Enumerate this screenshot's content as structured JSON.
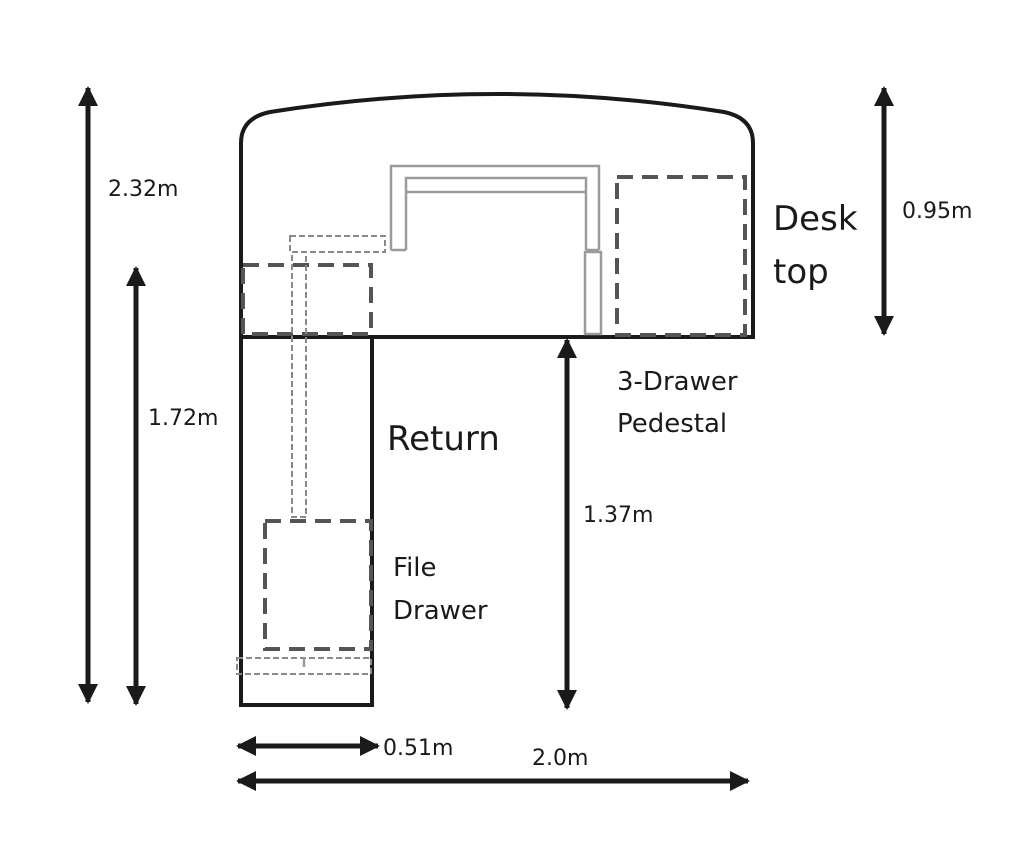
{
  "labels": {
    "desk_top_line1": "Desk",
    "desk_top_line2": "top",
    "return": "Return",
    "pedestal_line1": "3-Drawer",
    "pedestal_line2": "Pedestal",
    "file_drawer_line1": "File",
    "file_drawer_line2": "Drawer"
  },
  "dimensions": {
    "total_depth": "2.32m",
    "return_length": "1.72m",
    "desk_top_depth": "0.95m",
    "knee_space": "1.37m",
    "return_width": "0.51m",
    "total_width": "2.0m"
  },
  "colors": {
    "outline": "#1a1a1a",
    "dashed": "#555555",
    "grey": "#8a8a8a"
  }
}
